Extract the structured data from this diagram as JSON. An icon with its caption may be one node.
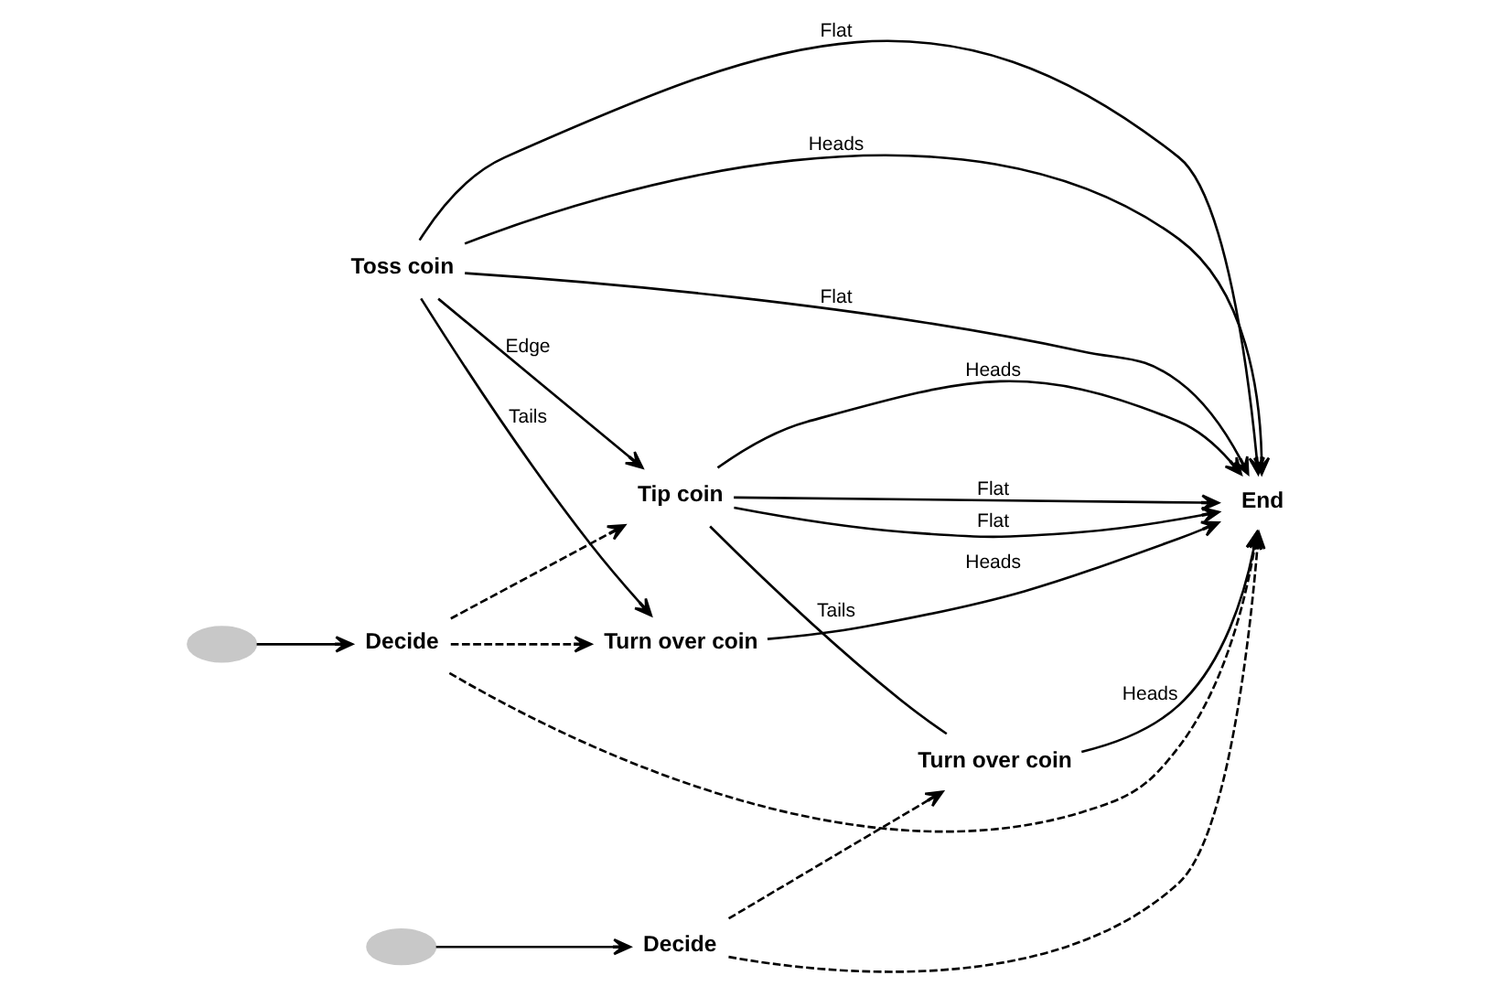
{
  "diagram": {
    "nodes": [
      {
        "text": [
          "Toss coin"
        ]
      },
      {
        "text": [
          "Turn over coin"
        ]
      },
      {
        "text": [],
        "shape": "ellipse"
      },
      {
        "text": [
          "Decide"
        ]
      },
      {
        "text": [
          "End"
        ]
      },
      {
        "text": [
          "Tip coin"
        ]
      },
      {
        "text": [],
        "shape": "ellipse"
      },
      {
        "text": [
          "Decide"
        ]
      },
      {
        "text": [
          "Turn over coin"
        ]
      }
    ],
    "edges": [
      {
        "from": 0,
        "to": 4,
        "arrow": "to",
        "label": "Flat"
      },
      {
        "from": 0,
        "to": 4,
        "arrow": "to",
        "label": "Heads"
      },
      {
        "from": 0,
        "to": 4,
        "arrow": "to",
        "label": "Flat"
      },
      {
        "from": 0,
        "to": 1,
        "arrow": "to",
        "label": "Tails"
      },
      {
        "from": 1,
        "to": 4,
        "arrow": "to",
        "label": "Heads"
      },
      {
        "from": 2,
        "to": 3,
        "arrow": "to"
      },
      {
        "from": 3,
        "to": 1,
        "arrow": "to",
        "style": "dashed"
      },
      {
        "from": 3,
        "to": 4,
        "arrow": "to",
        "style": "dashed"
      },
      {
        "from": 3,
        "to": 5,
        "arrow": "to",
        "style": "dashed"
      },
      {
        "from": 0,
        "to": 5,
        "arrow": "to",
        "label": "Edge"
      },
      {
        "from": 5,
        "to": 4,
        "arrow": "to",
        "label": "Heads"
      },
      {
        "from": 5,
        "to": 4,
        "arrow": "to",
        "label": "Flat"
      },
      {
        "from": 6,
        "to": 7,
        "arrow": "to"
      },
      {
        "from": 7,
        "to": 4,
        "arrow": "to",
        "style": "dashed"
      },
      {
        "from": 7,
        "to": 8,
        "arrow": "to",
        "style": "dashed"
      },
      {
        "from": 8,
        "to": 4,
        "arrow": "to",
        "label": "Heads"
      },
      {
        "from": 5,
        "to": 8,
        "arrow": "none",
        "label": "Tails"
      },
      {
        "from": 5,
        "to": 4,
        "arrow": "to",
        "label": "Flat"
      }
    ]
  }
}
